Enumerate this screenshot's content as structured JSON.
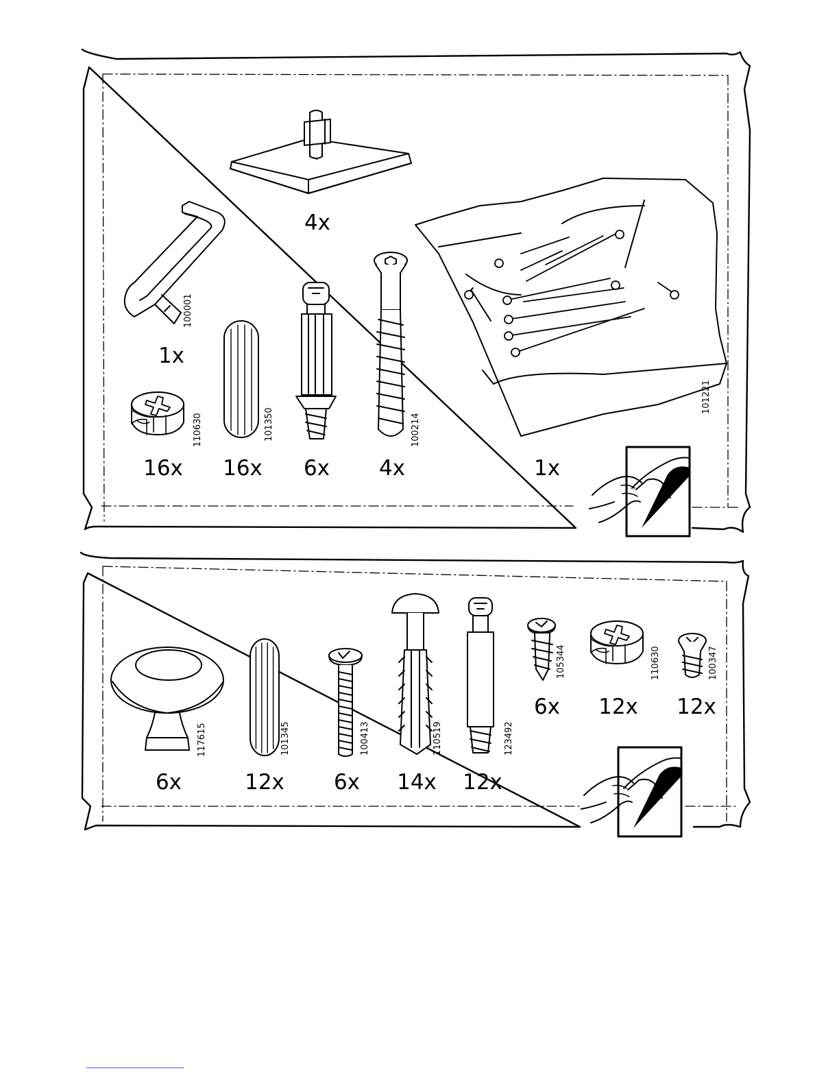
{
  "panels": [
    {
      "id": "panel-1",
      "parts": [
        {
          "name": "leg-base",
          "qty": "4x",
          "code": ""
        },
        {
          "name": "hex-key",
          "qty": "1x",
          "code": "100001"
        },
        {
          "name": "cam-lock",
          "qty": "16x",
          "code": "110630"
        },
        {
          "name": "wood-dowel",
          "qty": "16x",
          "code": "101350"
        },
        {
          "name": "cam-bolt",
          "qty": "6x",
          "code": ""
        },
        {
          "name": "leg-screw",
          "qty": "4x",
          "code": "100214"
        },
        {
          "name": "nail-bag",
          "qty": "1x",
          "code": "101221"
        }
      ]
    },
    {
      "id": "panel-2",
      "parts": [
        {
          "name": "knob",
          "qty": "6x",
          "code": "117615"
        },
        {
          "name": "wood-dowel",
          "qty": "12x",
          "code": "101345"
        },
        {
          "name": "machine-screw",
          "qty": "6x",
          "code": "100413"
        },
        {
          "name": "plastic-rivet",
          "qty": "14x",
          "code": "110519"
        },
        {
          "name": "cam-bolt",
          "qty": "12x",
          "code": "123492"
        },
        {
          "name": "pan-screw",
          "qty": "6x",
          "code": "105344"
        },
        {
          "name": "cam-lock",
          "qty": "12x",
          "code": "110630"
        },
        {
          "name": "short-screw",
          "qty": "12x",
          "code": "100347"
        }
      ]
    }
  ],
  "icons": [
    "hex-key-icon",
    "dowel-icon",
    "cam-lock-icon",
    "screw-icon",
    "nail-bag-icon",
    "knob-icon",
    "page-turn-icon"
  ],
  "colors": {
    "ink": "#000000",
    "paper": "#ffffff",
    "footer_rule": "#4a5ad0"
  }
}
